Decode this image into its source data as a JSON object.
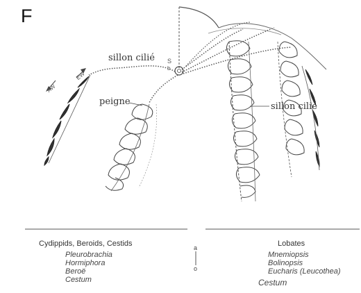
{
  "panel_letter": "F",
  "labels": {
    "sillon_cilie_left": "sillon cilié",
    "sillon_cilie_right": "sillon cilié",
    "peigne": "peigne",
    "s": "S",
    "b": "b",
    "aw": "AW",
    "ew": "EW"
  },
  "legend_left": {
    "header": "Cydippids, Beroids, Cestids",
    "species": [
      "Pleurobrachia",
      "Hormiphora",
      "Beroë",
      "Cestum"
    ]
  },
  "legend_right": {
    "header": "Lobates",
    "species": [
      "Mnemiopsis",
      "Bolinopsis",
      "Eucharis (Leucothea)"
    ],
    "extra": "Cestum"
  },
  "axis": {
    "top": "a",
    "bottom": "o"
  }
}
